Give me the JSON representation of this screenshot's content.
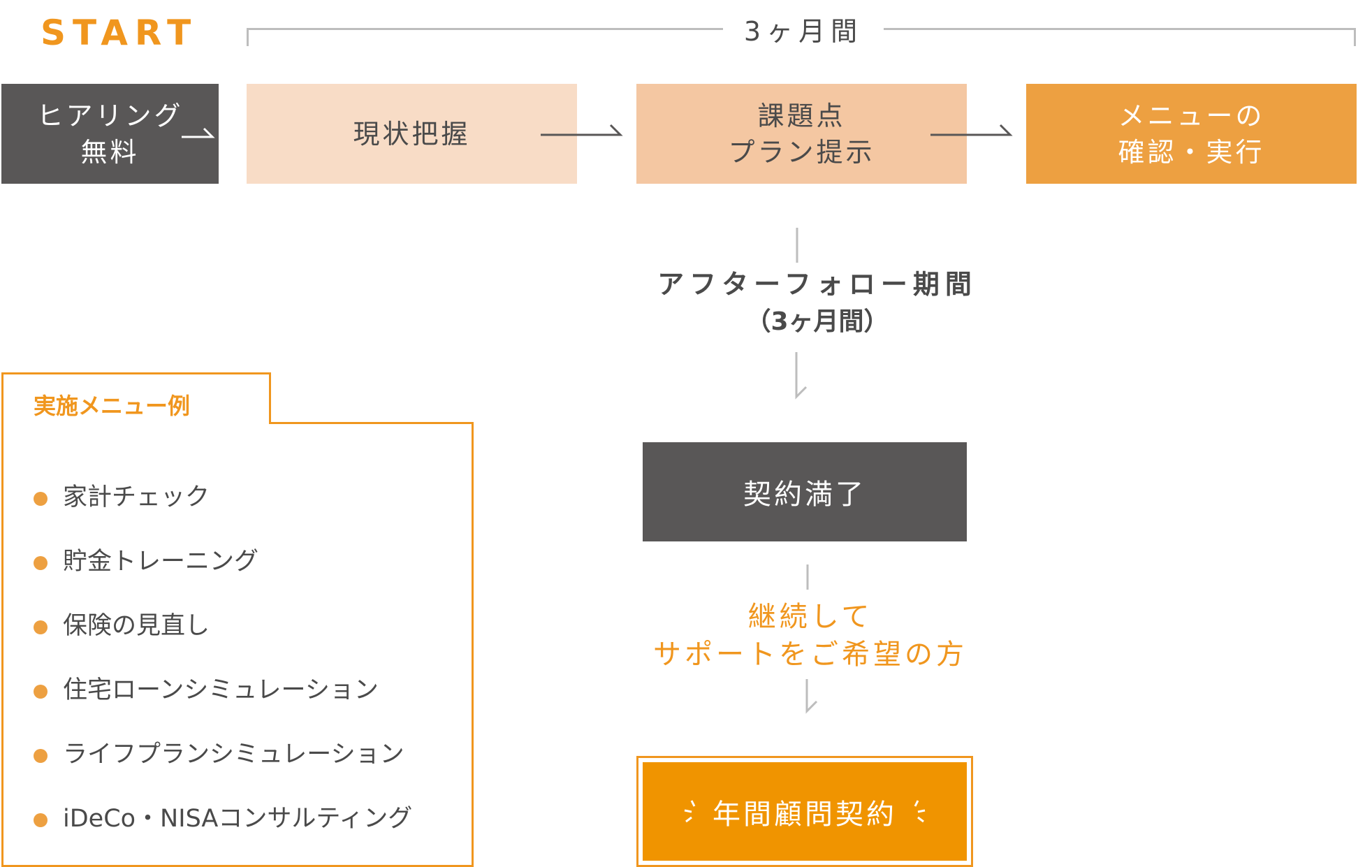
{
  "header": {
    "start_label": "START",
    "period_label": "3ヶ月間"
  },
  "steps": [
    {
      "line1": "ヒアリング",
      "line2": "無料"
    },
    {
      "line1": "現状把握",
      "line2": ""
    },
    {
      "line1": "課題点",
      "line2": "プラン提示"
    },
    {
      "line1": "メニューの",
      "line2": "確認・実行"
    }
  ],
  "after_follow": {
    "label": "アフターフォロー期間",
    "sub": "（3ヶ月間）"
  },
  "contract_end": "契約満了",
  "continue": {
    "line1": "継続して",
    "line2": "サポートをご希望の方"
  },
  "annual_contract": "年間顧問契約",
  "menu": {
    "title": "実施メニュー例",
    "items": [
      "家計チェック",
      "貯金トレーニング",
      "保険の見直し",
      "住宅ローンシミュレーション",
      "ライフプランシミュレーション",
      "iDeCo・NISAコンサルティング"
    ]
  },
  "colors": {
    "accent_orange": "#f0961e",
    "dark_box": "#595757",
    "step_light": "#f8dcc6",
    "step_mid": "#f4c7a2",
    "step_strong": "#eda041",
    "annual_fill": "#f09400"
  }
}
